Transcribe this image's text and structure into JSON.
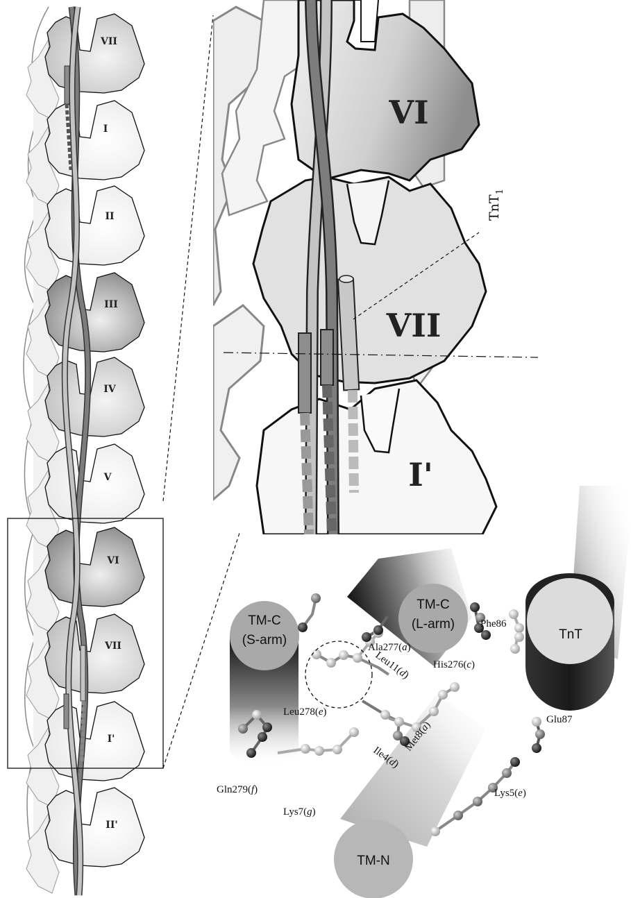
{
  "filament": {
    "subdomains": [
      "VII",
      "I",
      "II",
      "III",
      "IV",
      "V",
      "VI",
      "VII",
      "I'",
      "II'"
    ]
  },
  "zoom": {
    "subdomains": [
      "VI",
      "VII",
      "I'"
    ],
    "tnt_label": "TnT",
    "tnt_subscript": "1"
  },
  "cylinders": {
    "tmc_s_line1": "TM-C",
    "tmc_s_line2": "(S-arm)",
    "tmc_l_line1": "TM-C",
    "tmc_l_line2": "(L-arm)",
    "tnt": "TnT",
    "tmn": "TM-N"
  },
  "residues": [
    {
      "name": "Phe86",
      "pos": ""
    },
    {
      "name": "Ala277(",
      "pos": "a"
    },
    {
      "name": "His276(",
      "pos": "c"
    },
    {
      "name": "Leu11(",
      "pos": "d"
    },
    {
      "name": "Leu278(",
      "pos": "e"
    },
    {
      "name": "Met8(",
      "pos": "a"
    },
    {
      "name": "Glu87",
      "pos": ""
    },
    {
      "name": "Ile4(",
      "pos": "d"
    },
    {
      "name": "Gln279(",
      "pos": "f"
    },
    {
      "name": "Lys5(",
      "pos": "e"
    },
    {
      "name": "Lys7(",
      "pos": "g"
    }
  ],
  "colors": {
    "outline": "#1a1a1a",
    "strand_dark": "#7d7d7d",
    "strand_light": "#c4c4c4",
    "cylinder_face": "#a7a7a7"
  }
}
